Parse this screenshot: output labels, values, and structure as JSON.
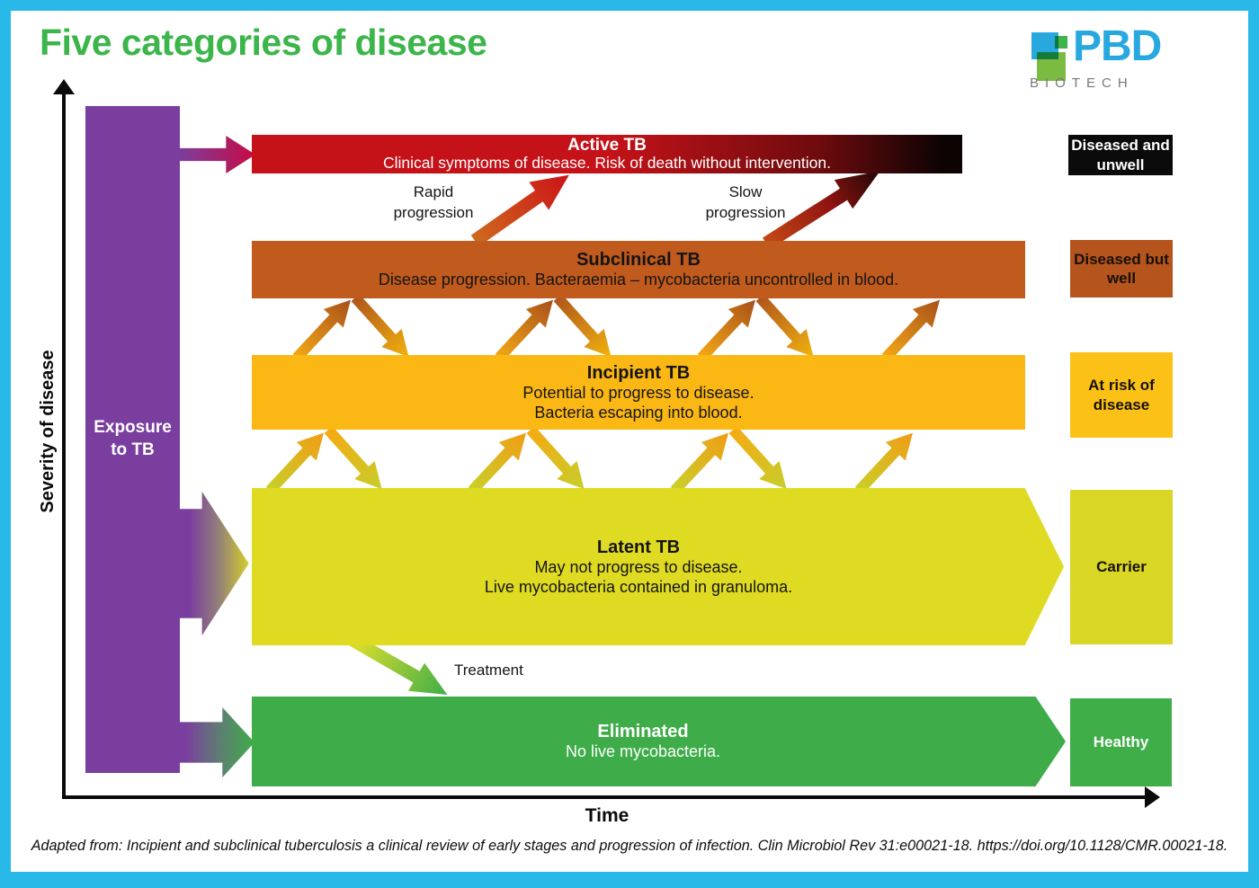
{
  "title": "Five categories of disease",
  "logo": {
    "brand": "PBD",
    "sub": "BIOTECH",
    "brand_color": "#29A8E0",
    "sub_color": "#77787b"
  },
  "axes": {
    "y_label": "Severity of disease",
    "x_label": "Time"
  },
  "exposure": {
    "line1": "Exposure",
    "line2": "to TB",
    "color": "#7A3F9E"
  },
  "stages": [
    {
      "name": "Active TB",
      "desc1": "Clinical symptoms of disease. Risk of death without intervention.",
      "state": "Diseased and unwell",
      "bar_color_start": "#C41218",
      "bar_color_end": "#0E0303",
      "state_box_color": "#0A0A0A"
    },
    {
      "name": "Subclinical TB",
      "desc1": "Disease progression. Bacteraemia – mycobacteria uncontrolled in blood.",
      "state": "Diseased but well",
      "bar_color": "#C05A1D",
      "state_box_color": "#B5541D"
    },
    {
      "name": "Incipient TB",
      "desc1": "Potential to progress to disease.",
      "desc2": "Bacteria escaping into blood.",
      "state": "At risk of disease",
      "bar_color": "#FBB713",
      "state_box_color": "#FBC117"
    },
    {
      "name": "Latent TB",
      "desc1": "May not progress to disease.",
      "desc2": "Live mycobacteria contained in granuloma.",
      "state": "Carrier",
      "bar_color": "#DFDA22",
      "state_box_color": "#D9D626"
    },
    {
      "name": "Eliminated",
      "desc1": "No live mycobacteria.",
      "state": "Healthy",
      "bar_color": "#3EAC49",
      "state_box_color": "#3FAE49"
    }
  ],
  "annotations": {
    "rapid": "Rapid progression",
    "slow": "Slow progression",
    "treatment": "Treatment"
  },
  "footer": "Adapted from: Incipient and subclinical tuberculosis a clinical review of early stages and progression of infection. Clin Microbiol Rev 31:e00021-18. https://doi.org/10.1128/CMR.00021-18.",
  "colors": {
    "border": "#29B9E8",
    "title": "#3CB54A",
    "exposure_purple": "#7A3F9E",
    "active_red": "#C41218",
    "subclinical_brown": "#C05A1D",
    "incipient_amber": "#FBB713",
    "latent_yellow": "#DFDA22",
    "eliminated_green": "#3EAC49"
  }
}
